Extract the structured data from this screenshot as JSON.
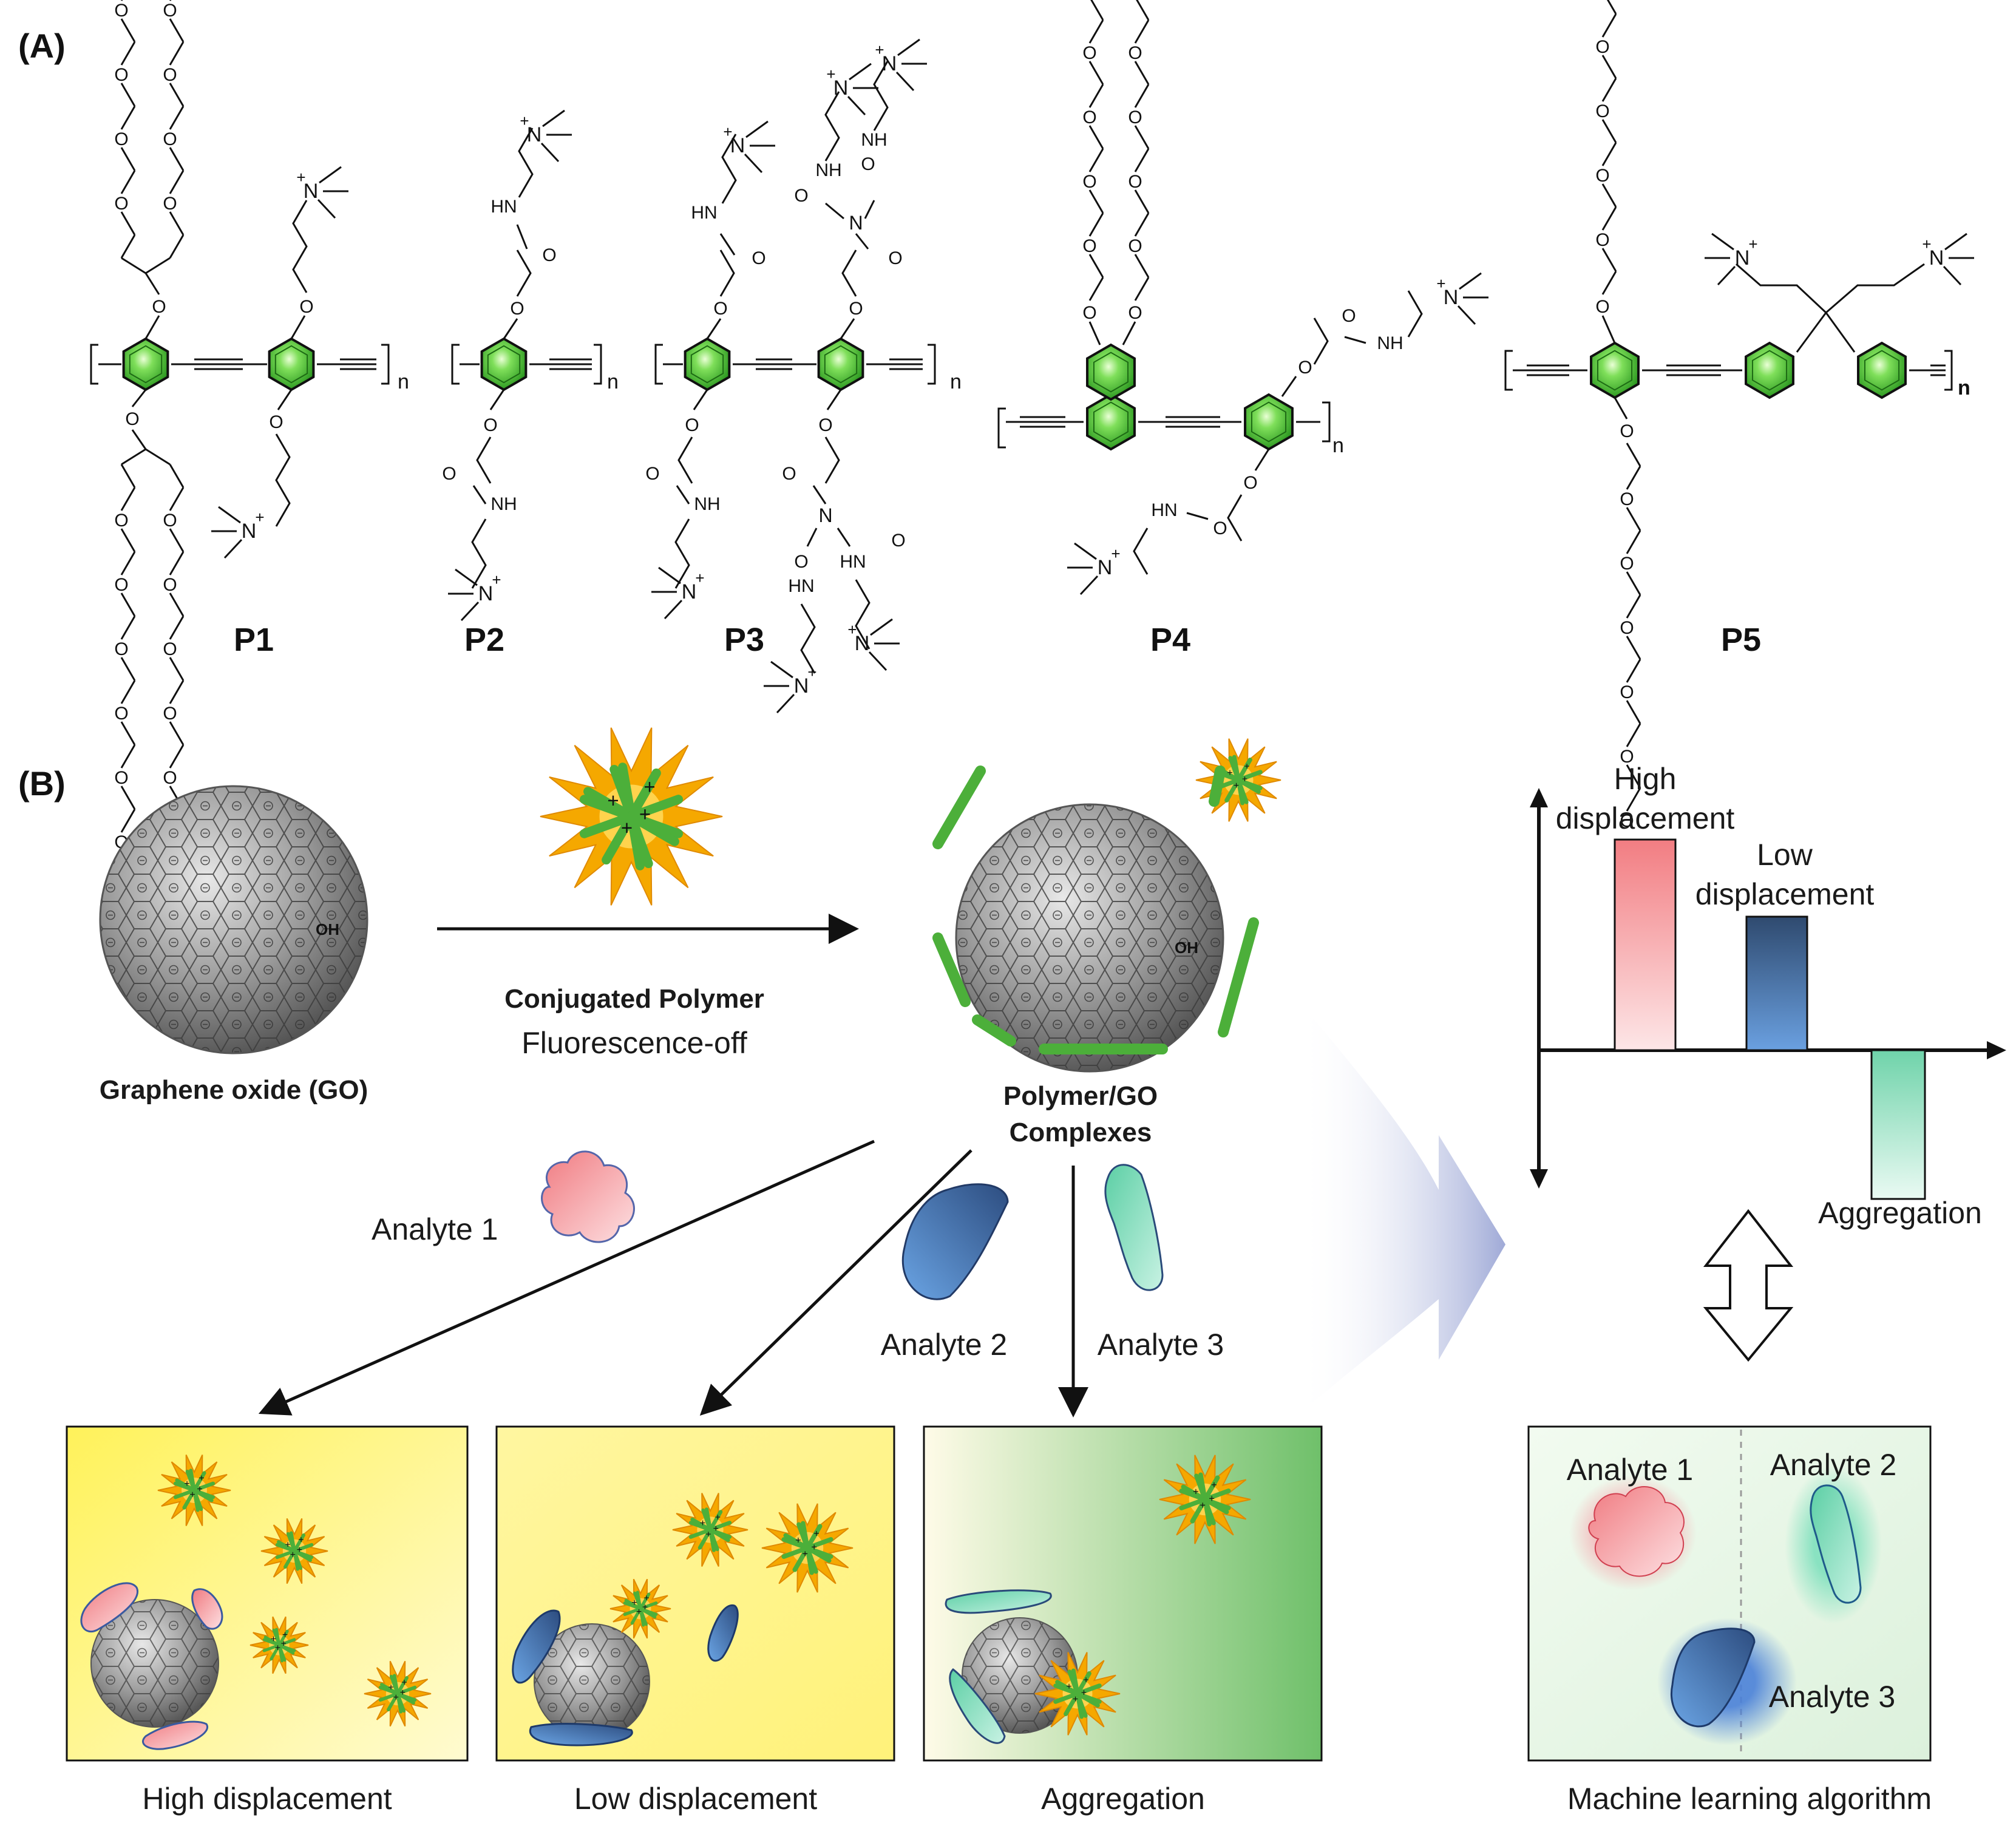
{
  "panel_a": {
    "label": "(A)",
    "polymers": [
      {
        "name": "P1",
        "n": "n"
      },
      {
        "name": "P2",
        "n": "n"
      },
      {
        "name": "P3",
        "n": "n"
      },
      {
        "name": "P4",
        "n": "n"
      },
      {
        "name": "P5",
        "n": "n"
      }
    ],
    "groups": {
      "o": "O",
      "nme3": "N",
      "plus": "+",
      "hn": "HN",
      "nh": "NH",
      "n": "N"
    }
  },
  "panel_b": {
    "label": "(B)",
    "go_label": "Graphene oxide (GO)",
    "oh": "OH",
    "arrow_title": "Conjugated Polymer",
    "arrow_subtitle": "Fluorescence-off",
    "complex_label_1": "Polymer/GO",
    "complex_label_2": "Complexes",
    "analyte1": "Analyte 1",
    "analyte2": "Analyte 2",
    "analyte3": "Analyte 3",
    "box_labels": [
      "High displacement",
      "Low displacement",
      "Aggregation"
    ],
    "chart": {
      "high_1": "High",
      "high_2": "displacement",
      "low_1": "Low",
      "low_2": "displacement",
      "aggregation": "Aggregation"
    },
    "ml": {
      "a1": "Analyte 1",
      "a2": "Analyte 2",
      "a3": "Analyte 3",
      "caption": "Machine learning algorithm"
    }
  },
  "colors": {
    "ring_green": "#3fbf2f",
    "rod_green": "#4caf3a",
    "burst_orange": "#f5a800",
    "pink": "#f08a90",
    "blue": "#3f6fb0",
    "mint": "#6fd6b0",
    "arrow_fill": "#8f9bd0"
  }
}
